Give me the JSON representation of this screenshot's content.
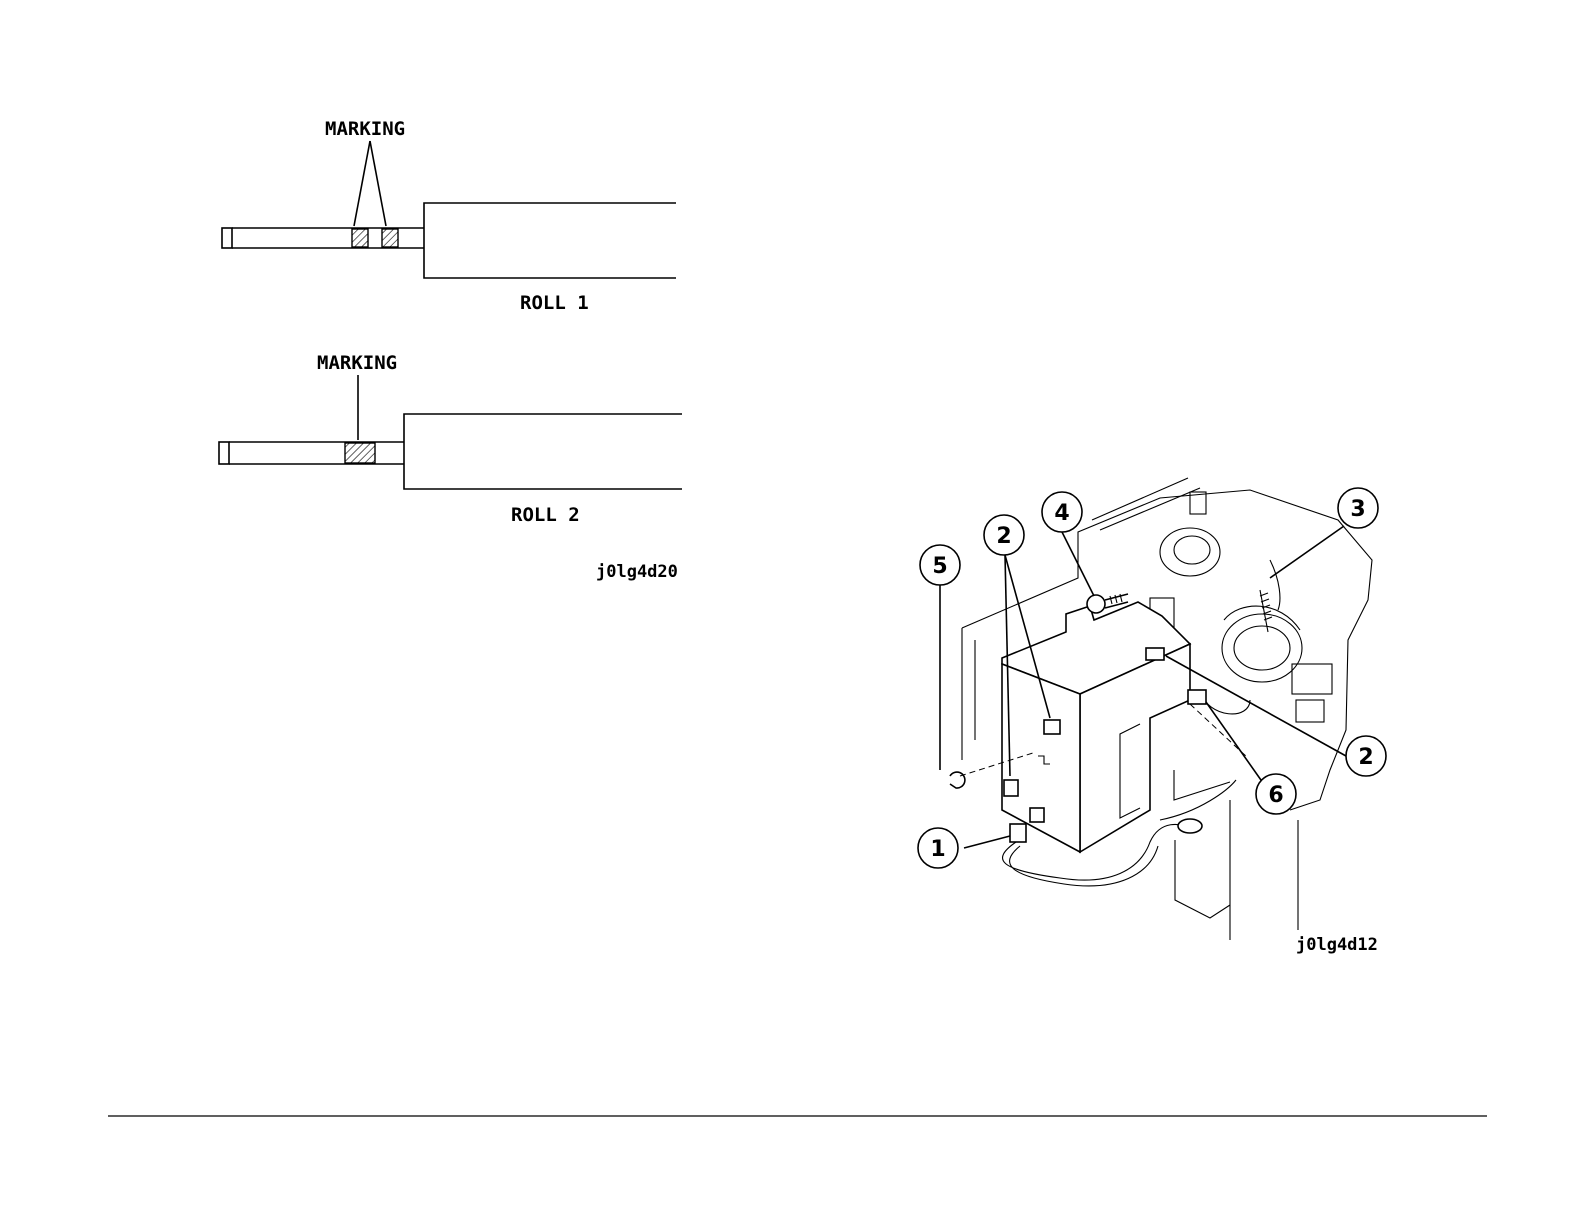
{
  "figure1": {
    "roll1_marking_label": "MARKING",
    "roll1_label": "ROLL 1",
    "roll2_marking_label": "MARKING",
    "roll2_label": "ROLL 2",
    "figure_id": "j0lg4d20"
  },
  "figure2": {
    "callouts": [
      "5",
      "2",
      "4",
      "3",
      "2",
      "6",
      "1"
    ],
    "figure_id": "j0lg4d12"
  },
  "colors": {
    "ink": "#000000",
    "paper": "#ffffff"
  }
}
